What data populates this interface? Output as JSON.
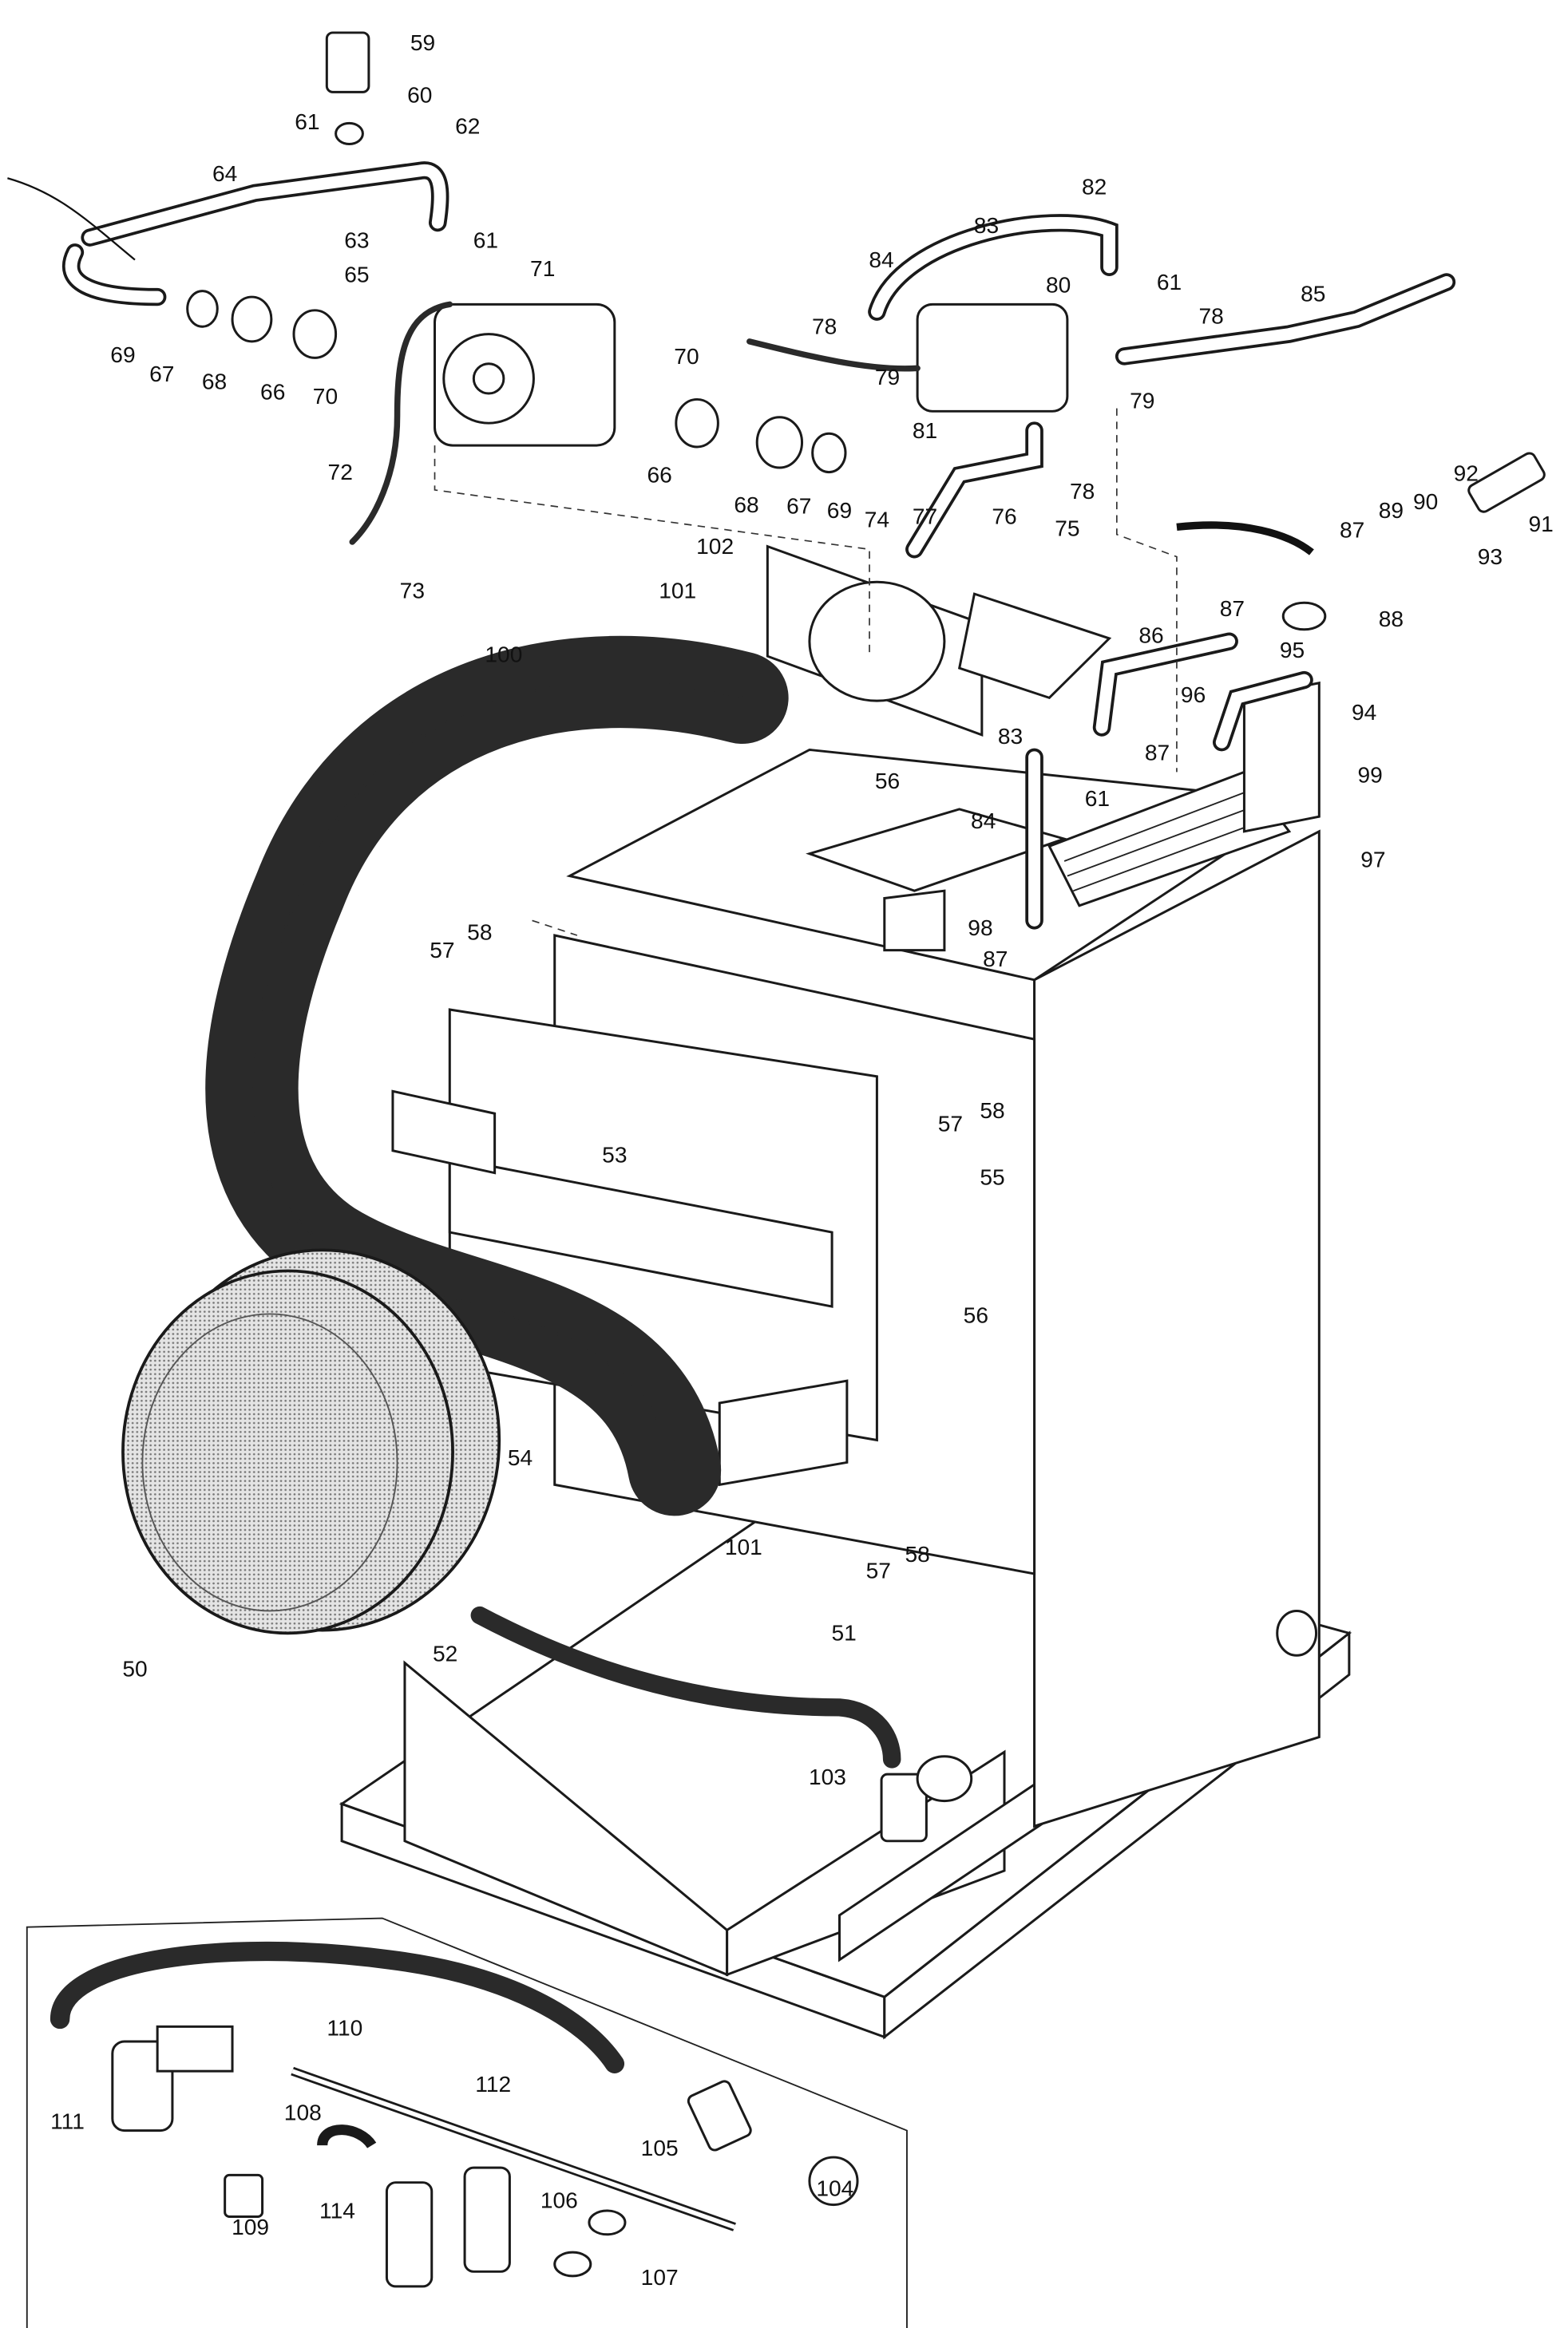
{
  "diagram": {
    "type": "exploded-parts-diagram",
    "colors": {
      "line": "#1a1a1a",
      "background": "#ffffff",
      "hose_fill": "#3a3a3a",
      "vessel_fill": "#d8d8d8"
    },
    "callouts": [
      "59",
      "60",
      "61",
      "62",
      "64",
      "63",
      "65",
      "61",
      "69",
      "67",
      "68",
      "66",
      "70",
      "71",
      "70",
      "66",
      "68",
      "67",
      "69",
      "72",
      "73",
      "74",
      "77",
      "76",
      "75",
      "82",
      "83",
      "84",
      "61",
      "85",
      "78",
      "80",
      "79",
      "78",
      "79",
      "81",
      "78",
      "102",
      "101",
      "100",
      "92",
      "91",
      "90",
      "89",
      "93",
      "87",
      "88",
      "87",
      "95",
      "86",
      "96",
      "94",
      "99",
      "87",
      "83",
      "56",
      "84",
      "61",
      "97",
      "98",
      "87",
      "57",
      "58",
      "57",
      "58",
      "53",
      "55",
      "56",
      "54",
      "101",
      "57",
      "58",
      "50",
      "52",
      "51",
      "103",
      "110",
      "111",
      "112",
      "108",
      "105",
      "104",
      "106",
      "109",
      "114",
      "107"
    ]
  }
}
